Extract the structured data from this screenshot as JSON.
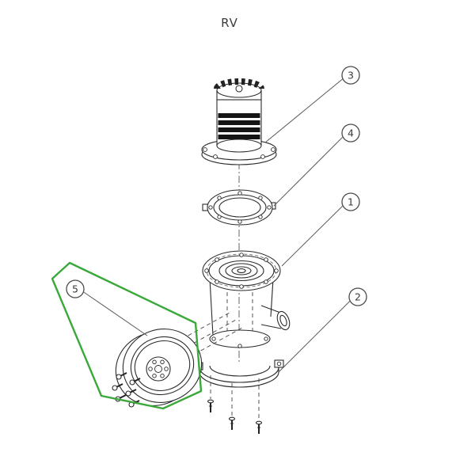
{
  "title": "RV",
  "callouts": [
    {
      "label": "3"
    },
    {
      "label": "4"
    },
    {
      "label": "1"
    },
    {
      "label": "2"
    },
    {
      "label": "5"
    }
  ],
  "colors": {
    "highlight_green": "#3aa83a",
    "line": "#2b2b2b",
    "background": "#ffffff"
  }
}
